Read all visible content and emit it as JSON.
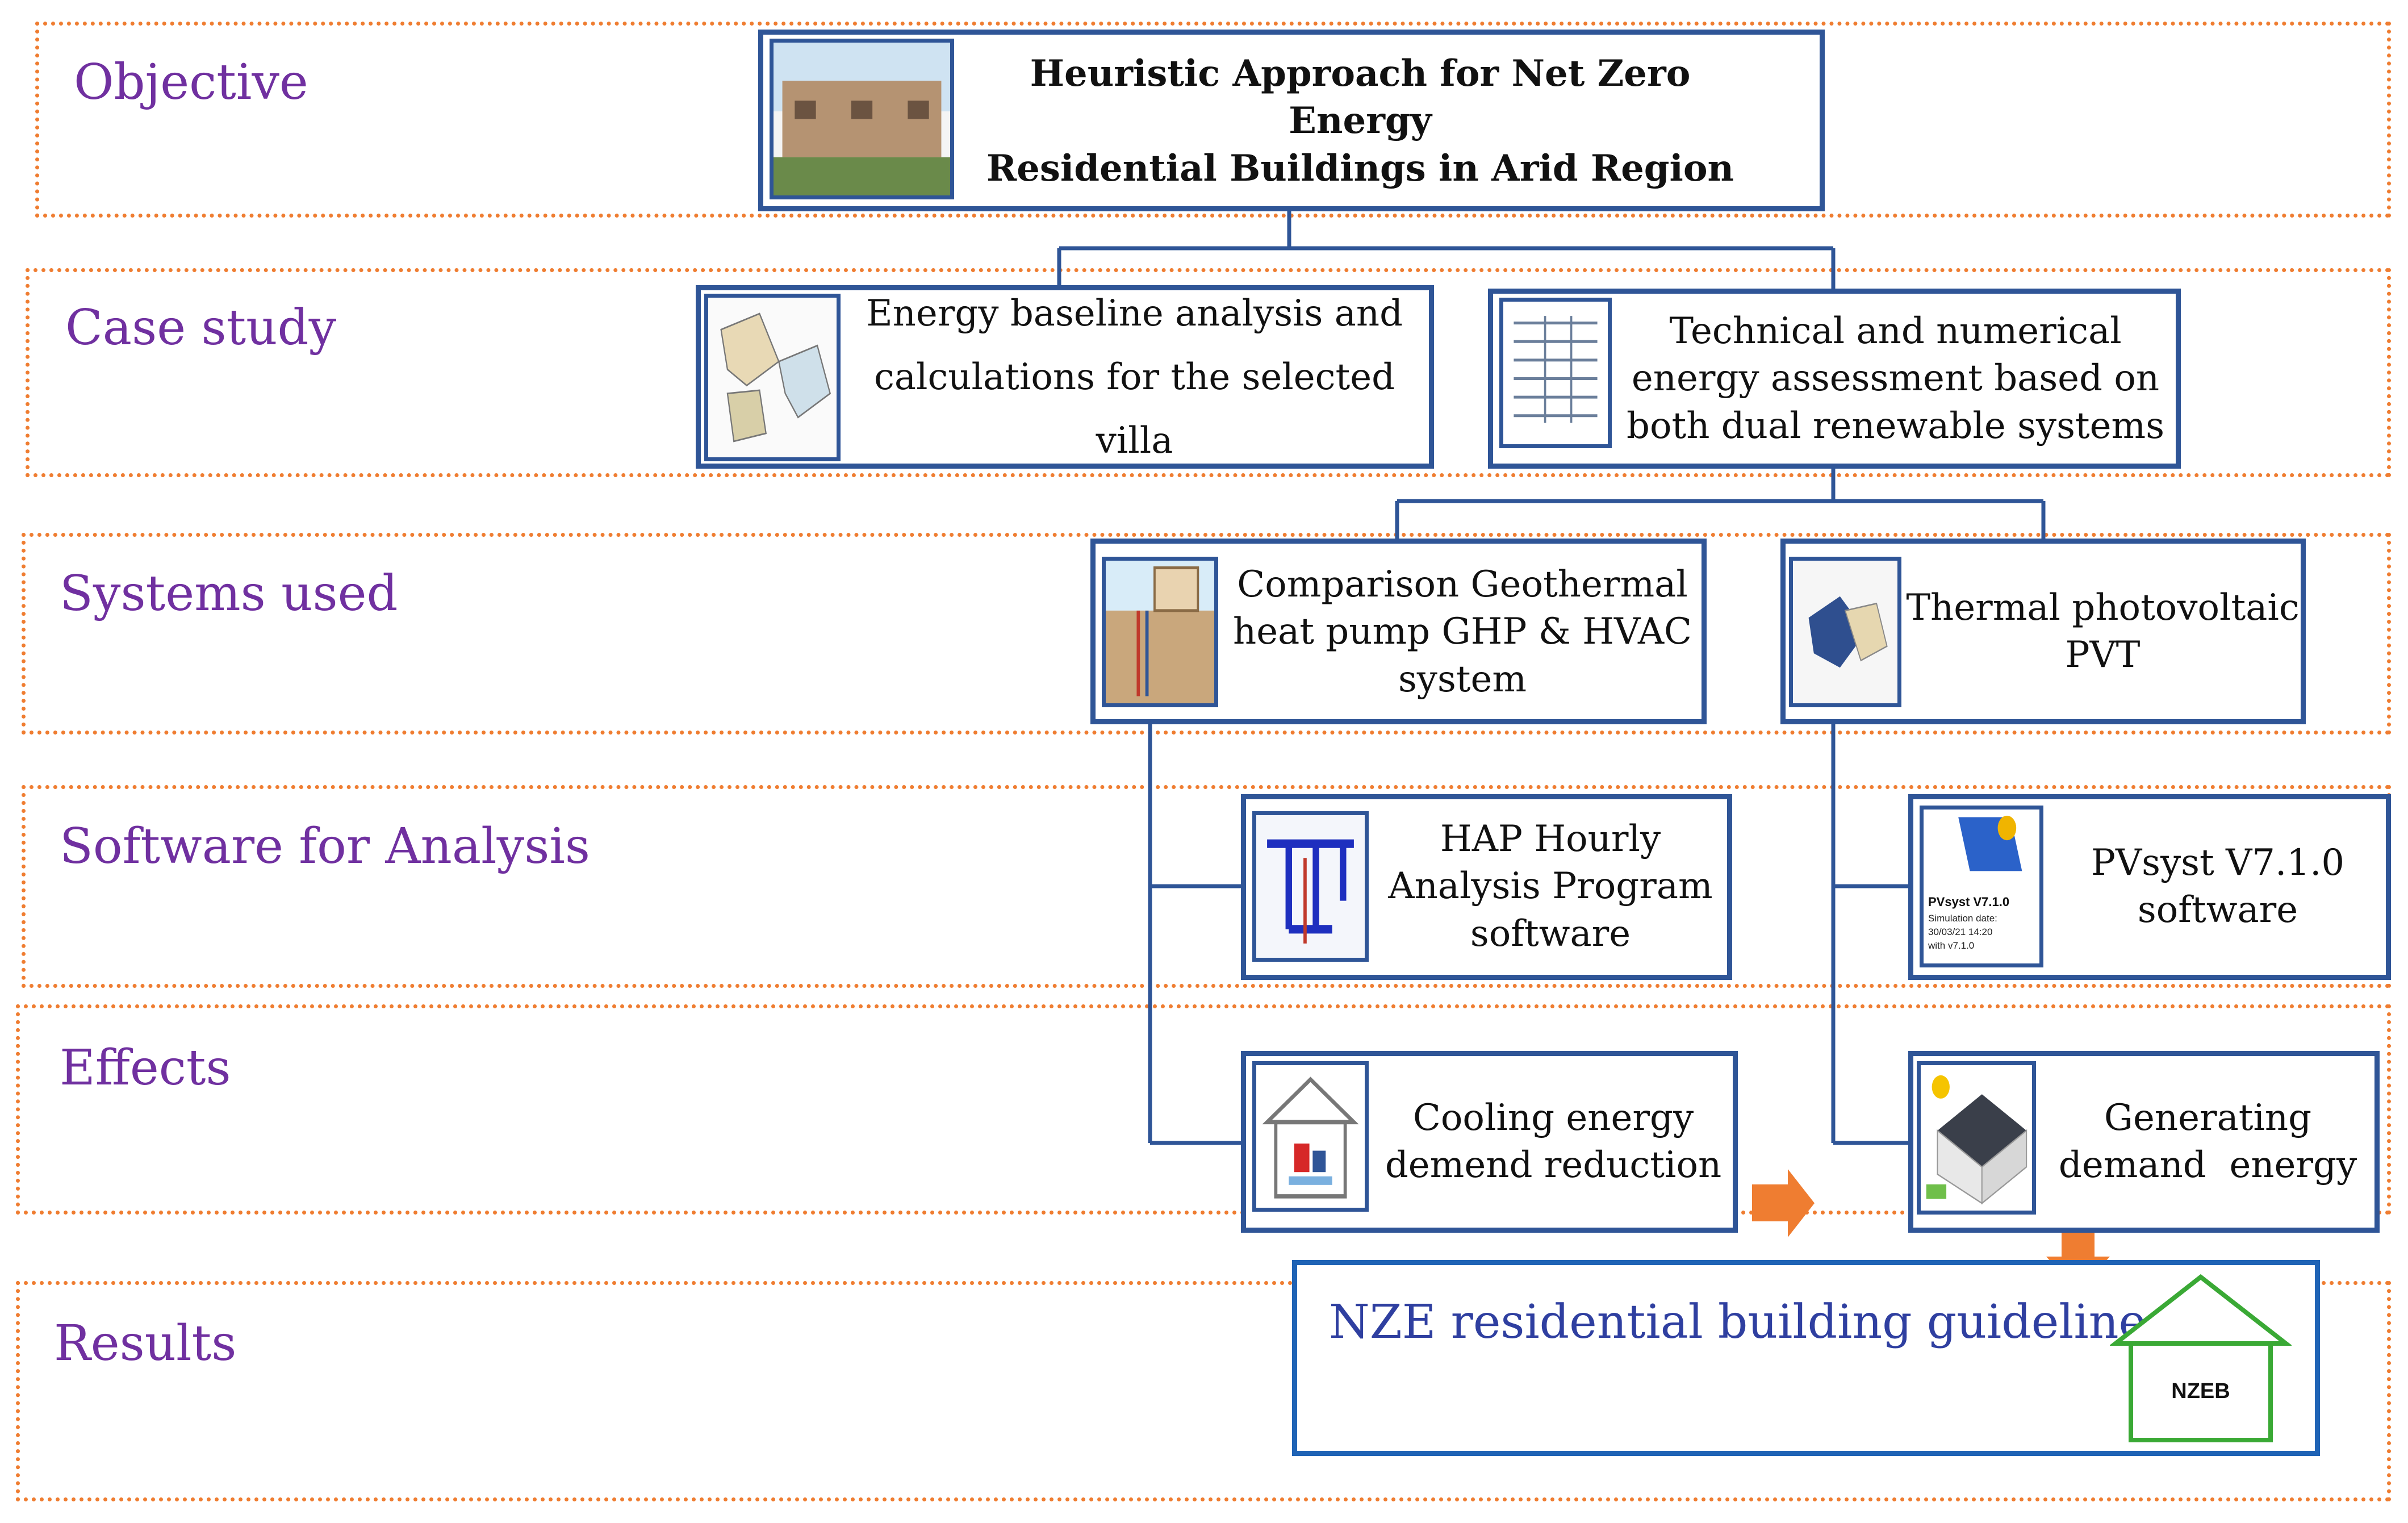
{
  "colors": {
    "lane_border": "#ef7d31",
    "lane_label": "#7030a0",
    "box_border": "#2f5597",
    "result_border": "#1f63b5",
    "arrow": "#ef7d31",
    "house": "#3aa935"
  },
  "lanes": {
    "objective": "Objective",
    "case_study": "Case study",
    "systems_used": "Systems used",
    "software": "Software for Analysis",
    "effects": "Effects",
    "results": "Results"
  },
  "boxes": {
    "objective": {
      "line1": "Heuristic Approach for Net Zero Energy",
      "line2": "Residential Buildings in Arid Region",
      "thumb_icon": "villa-photo-icon"
    },
    "baseline": {
      "line1": "Energy baseline analysis and",
      "line2": "calculations for the selected villa",
      "thumb_icon": "floor-plan-icon"
    },
    "assessment": {
      "line1": "Technical and numerical",
      "line2": "energy assessment based on",
      "line3": "both dual renewable systems",
      "thumb_icon": "data-sheet-icon"
    },
    "ghp": {
      "line1": "Comparison Geothermal",
      "line2": "heat pump GHP & HVAC",
      "line3": "system",
      "thumb_icon": "geothermal-diagram-icon"
    },
    "pvt": {
      "line1": "Thermal photovoltaic",
      "line2": "PVT",
      "thumb_icon": "pvt-plan-icon"
    },
    "hap": {
      "line1": "HAP Hourly",
      "line2": "Analysis Program",
      "line3": "software",
      "thumb_icon": "hap-duct-icon"
    },
    "pvsyst": {
      "line1": "PVsyst V7.1.0",
      "line2": "software",
      "thumb_icon": "pvsyst-report-icon",
      "thumb_title": "PVsyst V7.1.0",
      "thumb_lines": [
        "Simulation date:",
        "30/03/21 14:20",
        "with v7.1.0"
      ]
    },
    "cooling": {
      "line1": "Cooling energy",
      "line2": "demend reduction",
      "thumb_icon": "house-hvac-icon"
    },
    "generating": {
      "line1": "Generating",
      "line2": "demand  energy",
      "thumb_icon": "solar-house-icon"
    },
    "result": {
      "text": "NZE residential building guideline",
      "house_label": "NZEB",
      "house_icon": "nzeb-house-icon"
    }
  }
}
